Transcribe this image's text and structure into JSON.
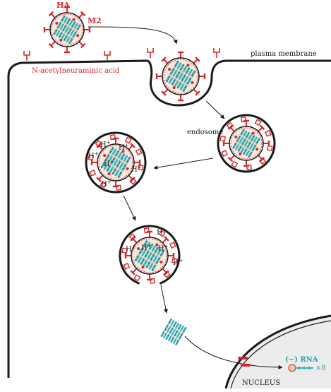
{
  "labels": {
    "ha": "HA",
    "m2": "M2",
    "receptor": "N-acetylneuraminic acid",
    "plasma_membrane": "plasma membrane",
    "endosome": "endosome",
    "proton": "H",
    "proton_sup": "+",
    "rna": "(−) RNA",
    "rna_count": "×8",
    "nucleus": "NUCLEUS"
  },
  "colors": {
    "red": "#d8262b",
    "teal": "#3bb6bd",
    "tan": "#e8c9a8",
    "envelope": "#f7e7dc",
    "line": "#1a1a1a",
    "nucleus": "#ececec"
  }
}
